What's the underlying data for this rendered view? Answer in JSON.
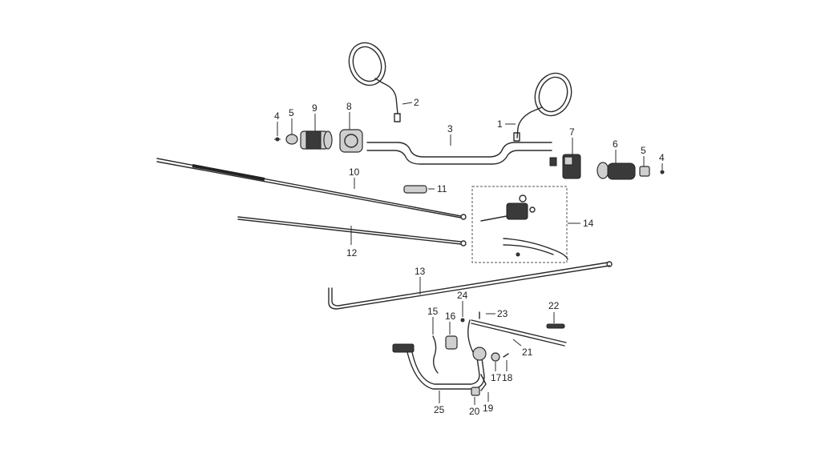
{
  "callouts": [
    {
      "id": "c1",
      "text": "1"
    },
    {
      "id": "c2",
      "text": "2"
    },
    {
      "id": "c3",
      "text": "3"
    },
    {
      "id": "c4a",
      "text": "4"
    },
    {
      "id": "c4b",
      "text": "4"
    },
    {
      "id": "c5a",
      "text": "5"
    },
    {
      "id": "c5b",
      "text": "5"
    },
    {
      "id": "c6",
      "text": "6"
    },
    {
      "id": "c7",
      "text": "7"
    },
    {
      "id": "c8",
      "text": "8"
    },
    {
      "id": "c9",
      "text": "9"
    },
    {
      "id": "c10",
      "text": "10"
    },
    {
      "id": "c11",
      "text": "11"
    },
    {
      "id": "c12",
      "text": "12"
    },
    {
      "id": "c13",
      "text": "13"
    },
    {
      "id": "c14",
      "text": "14"
    },
    {
      "id": "c15",
      "text": "15"
    },
    {
      "id": "c16",
      "text": "16"
    },
    {
      "id": "c17",
      "text": "17"
    },
    {
      "id": "c18",
      "text": "18"
    },
    {
      "id": "c19",
      "text": "19"
    },
    {
      "id": "c20",
      "text": "20"
    },
    {
      "id": "c21",
      "text": "21"
    },
    {
      "id": "c22",
      "text": "22"
    },
    {
      "id": "c23",
      "text": "23"
    },
    {
      "id": "c24",
      "text": "24"
    },
    {
      "id": "c25",
      "text": "25"
    }
  ]
}
